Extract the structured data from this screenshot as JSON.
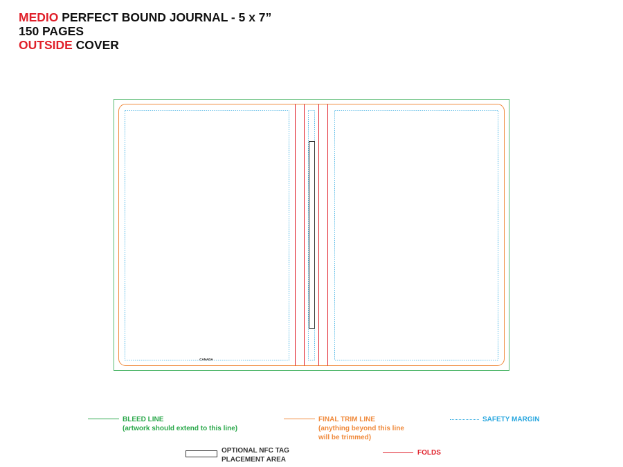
{
  "header": {
    "line1_accent": "MEDIO",
    "line1_rest": " PERFECT BOUND JOURNAL - 5 x 7”",
    "line2": "150 PAGES",
    "line3_accent": "OUTSIDE",
    "line3_rest": " COVER"
  },
  "template": {
    "cover_label": "CANADA"
  },
  "legend": {
    "bleed": {
      "title": "BLEED LINE",
      "note": "(artwork should extend to this line)"
    },
    "trim": {
      "title": "FINAL TRIM LINE",
      "note1": "(anything beyond this line",
      "note2": "will be trimmed)"
    },
    "safety": {
      "title": "SAFETY MARGIN"
    },
    "nfc": {
      "title1": "OPTIONAL NFC TAG",
      "title2": "PLACEMENT AREA"
    },
    "folds": {
      "title": "FOLDS"
    }
  },
  "colors": {
    "bleed": "#2aa84a",
    "trim": "#f08a3c",
    "safety": "#29a7df",
    "folds": "#e0202a",
    "accent": "#e0202a"
  }
}
